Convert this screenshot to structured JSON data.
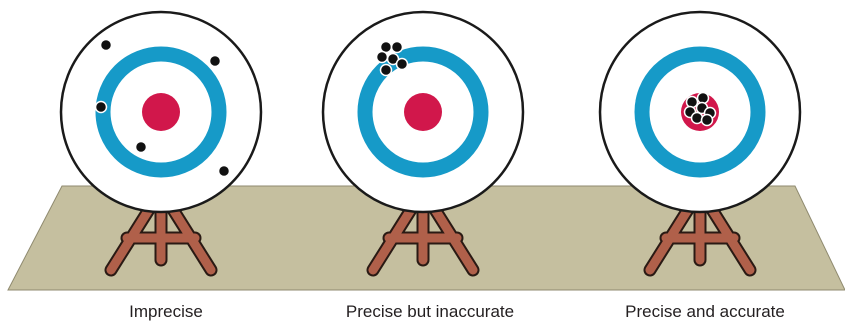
{
  "colors": {
    "ground": "#c5bf9f",
    "ground_edge": "#8f8a6f",
    "easel": "#b0604a",
    "easel_edge": "#2a1a14",
    "target_face": "#ffffff",
    "target_outline": "#1a1a1a",
    "ring": "#169ac8",
    "bullseye": "#d1174b",
    "hole": "#111111"
  },
  "targets": [
    {
      "caption": "Imprecise",
      "icon": "target-icon"
    },
    {
      "caption": "Precise but inaccurate",
      "icon": "target-icon"
    },
    {
      "caption": "Precise and accurate",
      "icon": "target-icon"
    }
  ]
}
